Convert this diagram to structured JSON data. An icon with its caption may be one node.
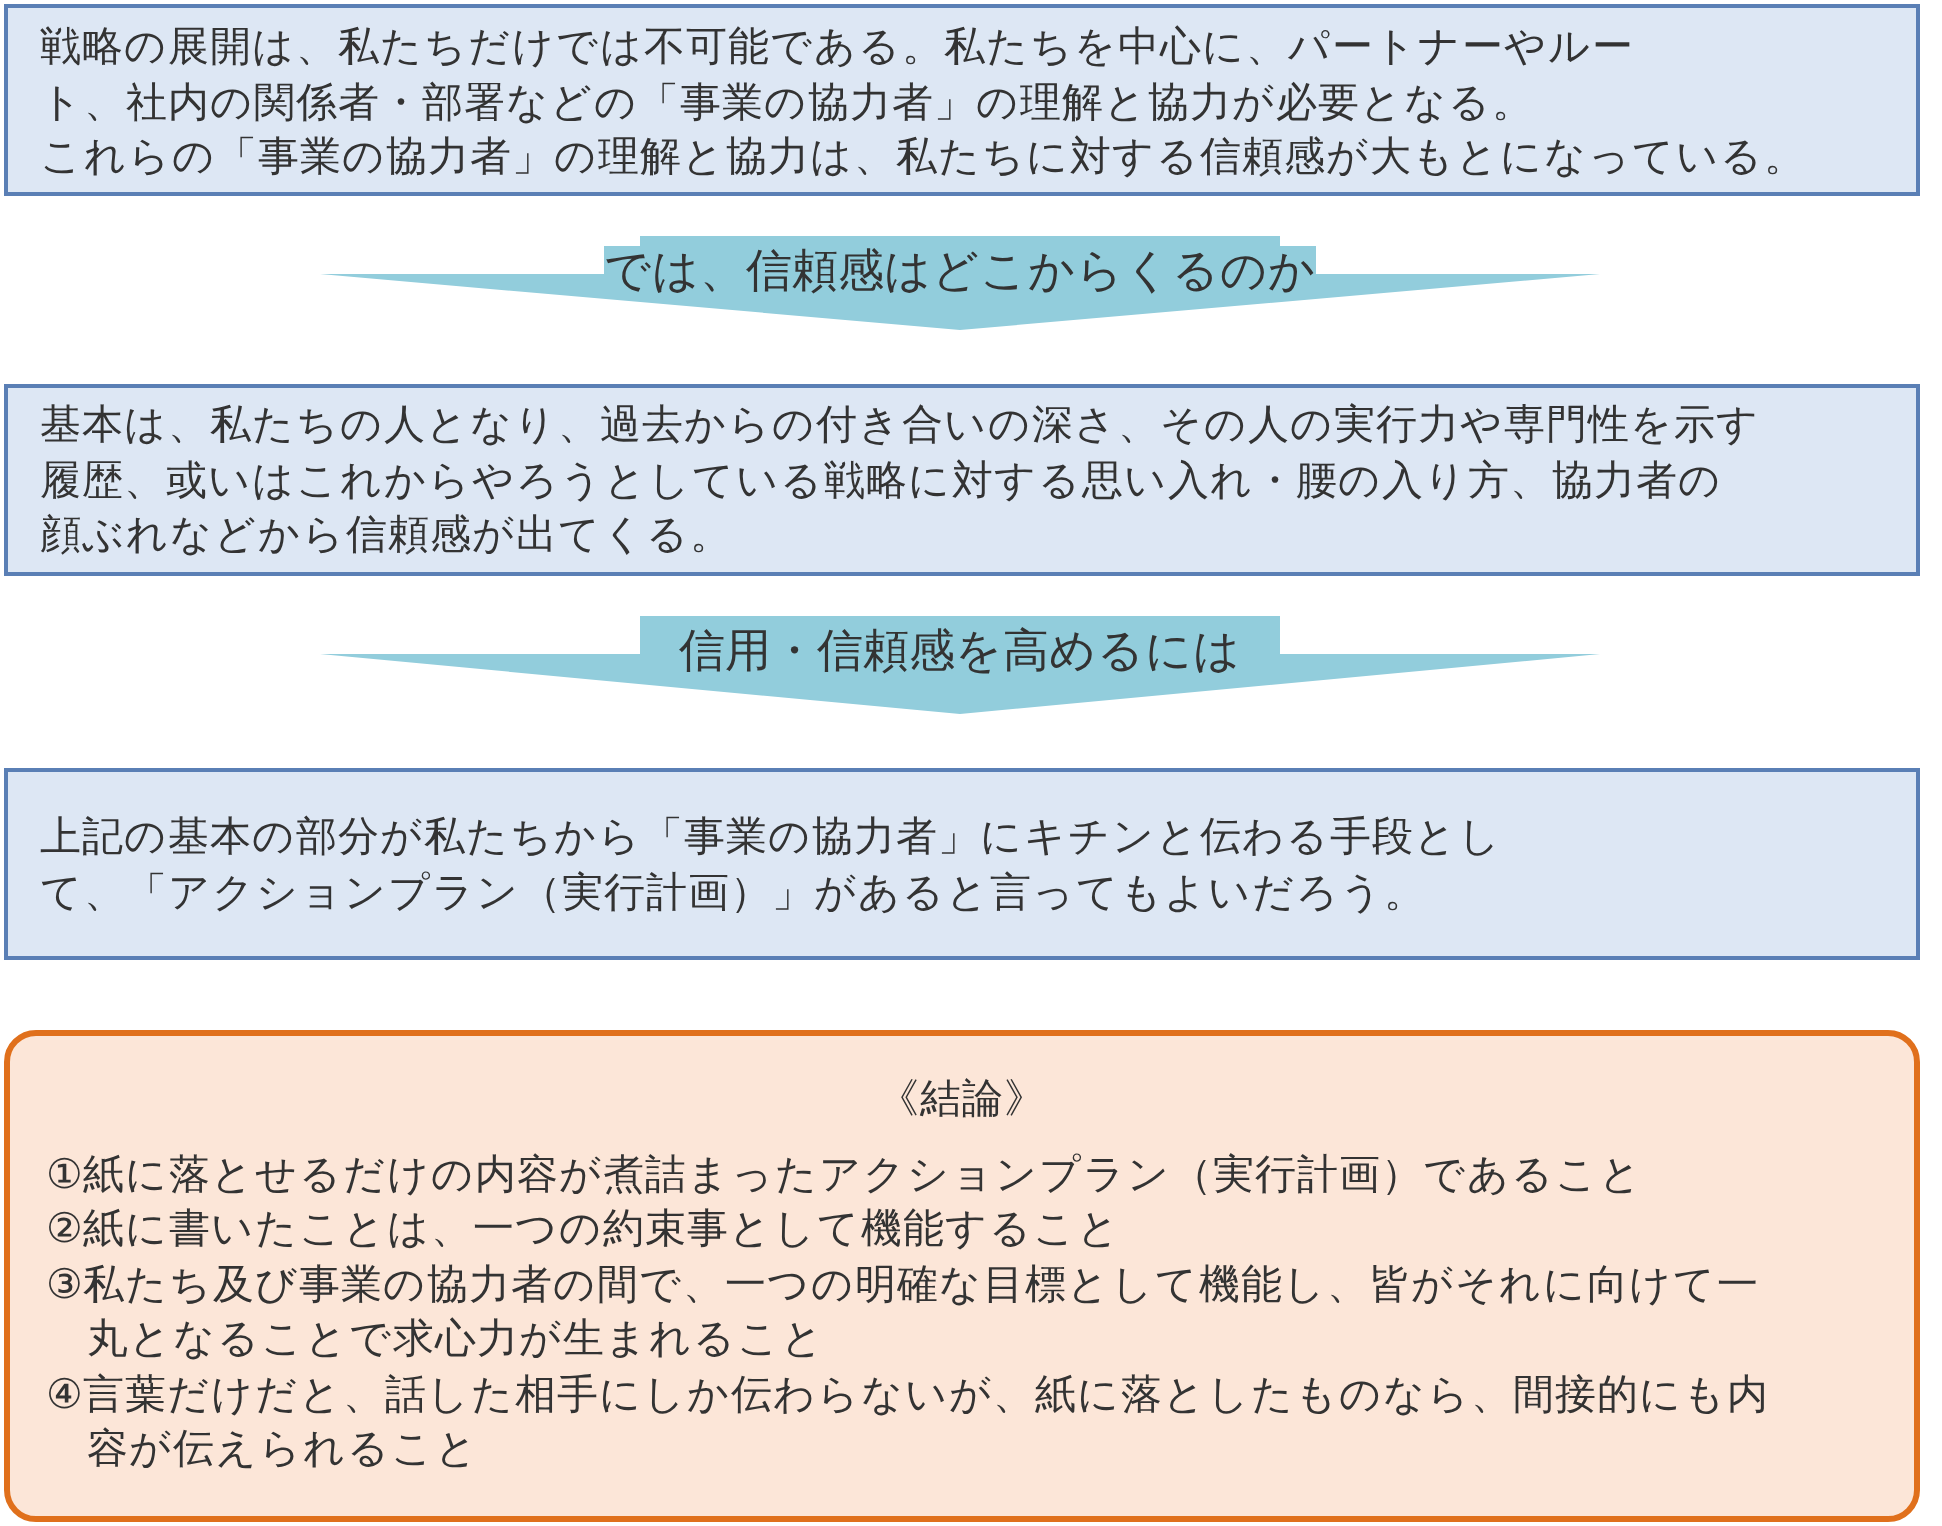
{
  "diagram": {
    "nodes": [
      {
        "text": [
          "戦略の展開は、私たちだけでは不可能である。私たちを中心に、パートナーやルート、社内の関係者・部署などの「事業の協力者」の理解と協力が必要となる。",
          "これらの「事業の協力者」の理解と協力は、私たちに対する信頼感が大もとになっている。"
        ]
      },
      {
        "text": [
          "基本は、私たちの人となり、過去からの付き合いの深さ、その人の実行力や専門性を示す履歴、或いはこれからやろうとしている戦略に対する思い入れ・腰の入り方、協力者の顔ぶれなどから信頼感が出てくる。"
        ]
      },
      {
        "text": [
          "上記の基本の部分が私たちから「事業の協力者」にキチンと伝わる手段として、「アクションプラン（実行計画）」があると言ってもよいだろう。"
        ]
      },
      {
        "text": [
          "《結論》",
          "①紙に落とせるだけの内容が煮詰まったアクションプラン（実行計画）であること",
          "②紙に書いたことは、一つの約束事として機能すること",
          "③私たち及び事業の協力者の間で、一つの明確な目標として機能し、皆がそれに向けて一丸となることで求心力が生まれること",
          "④言葉だけだと、話した相手にしか伝わらないが、紙に落としたものなら、間接的にも内容が伝えられること"
        ]
      }
    ],
    "edges": [
      {
        "from": 0,
        "to": 1,
        "arrow": "to",
        "label": "では、信頼感はどこからくるのか"
      },
      {
        "from": 1,
        "to": 2,
        "arrow": "to",
        "label": "信用・信頼感を高めるには"
      }
    ]
  }
}
